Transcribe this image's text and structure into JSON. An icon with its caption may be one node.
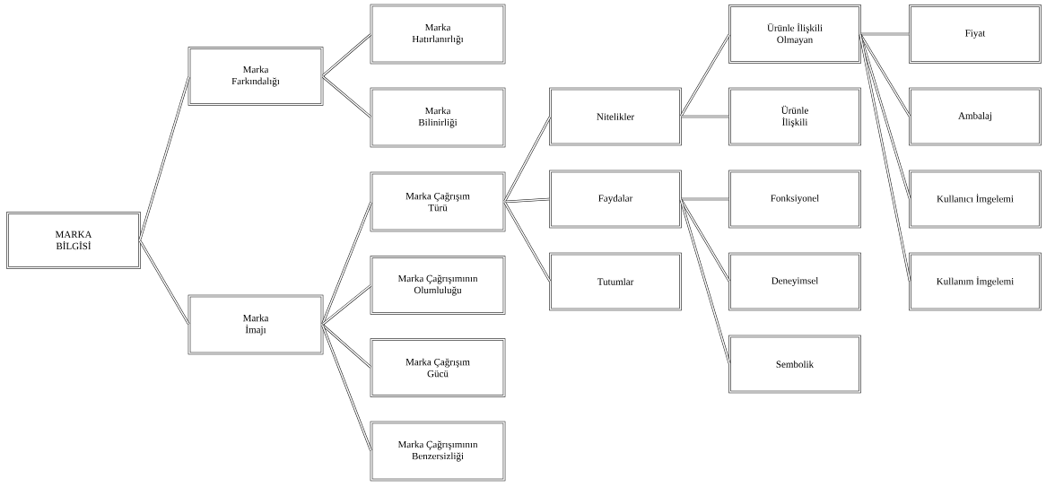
{
  "diagram": {
    "nodes": [
      {
        "text": [
          "MARKA BİLGİSİ"
        ]
      },
      {
        "text": [
          "Marka Farkındalığı"
        ]
      },
      {
        "text": [
          "Marka Hatırlanırlığı"
        ]
      },
      {
        "text": [
          "Marka Bilinirliği"
        ]
      },
      {
        "text": [
          "Marka İmajı"
        ]
      },
      {
        "text": [
          "Marka Çağrışım Türü"
        ]
      },
      {
        "text": [
          "Marka Çağrışımının Olumluluğu"
        ]
      },
      {
        "text": [
          "Marka Çağrışım Gücü"
        ]
      },
      {
        "text": [
          "Marka Çağrışımının Benzersizliği"
        ]
      },
      {
        "text": [
          "Nitelikler"
        ]
      },
      {
        "text": [
          "Faydalar"
        ]
      },
      {
        "text": [
          "Tutumlar"
        ]
      },
      {
        "text": [
          "Ürünle İlişkili Olmayan"
        ]
      },
      {
        "text": [
          "Ürünle İlişkili"
        ]
      },
      {
        "text": [
          "Fonksiyonel"
        ]
      },
      {
        "text": [
          "Deneyimsel"
        ]
      },
      {
        "text": [
          "Sembolik"
        ]
      },
      {
        "text": [
          "Fiyat"
        ]
      },
      {
        "text": [
          "Ambalaj"
        ]
      },
      {
        "text": [
          "Kullanıcı İmgelemi"
        ]
      },
      {
        "text": [
          "Kullanım İmgelemi"
        ]
      }
    ],
    "edges": [
      {
        "from": 0,
        "to": 1,
        "arrow": "none"
      },
      {
        "from": 0,
        "to": 4,
        "arrow": "none"
      },
      {
        "from": 1,
        "to": 2,
        "arrow": "none"
      },
      {
        "from": 1,
        "to": 3,
        "arrow": "none"
      },
      {
        "from": 4,
        "to": 5,
        "arrow": "none"
      },
      {
        "from": 4,
        "to": 6,
        "arrow": "none"
      },
      {
        "from": 4,
        "to": 7,
        "arrow": "none"
      },
      {
        "from": 4,
        "to": 8,
        "arrow": "none"
      },
      {
        "from": 5,
        "to": 9,
        "arrow": "none"
      },
      {
        "from": 5,
        "to": 10,
        "arrow": "none"
      },
      {
        "from": 5,
        "to": 11,
        "arrow": "none"
      },
      {
        "from": 9,
        "to": 12,
        "arrow": "none"
      },
      {
        "from": 9,
        "to": 13,
        "arrow": "none"
      },
      {
        "from": 10,
        "to": 14,
        "arrow": "none"
      },
      {
        "from": 10,
        "to": 15,
        "arrow": "none"
      },
      {
        "from": 10,
        "to": 16,
        "arrow": "none"
      },
      {
        "from": 12,
        "to": 17,
        "arrow": "none"
      },
      {
        "from": 12,
        "to": 18,
        "arrow": "none"
      },
      {
        "from": 12,
        "to": 19,
        "arrow": "none"
      },
      {
        "from": 12,
        "to": 20,
        "arrow": "none"
      }
    ]
  }
}
